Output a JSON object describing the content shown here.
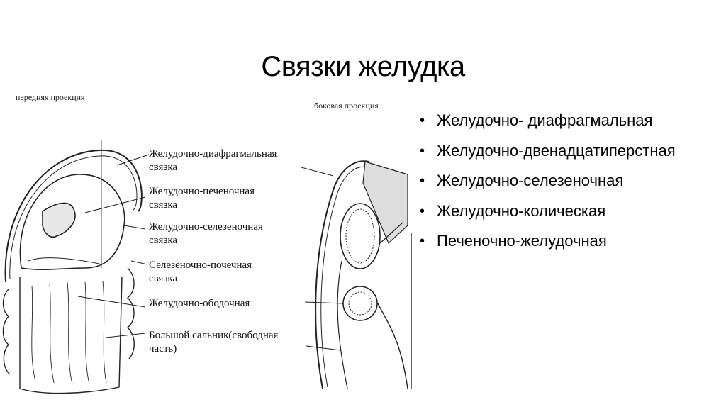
{
  "title": "Связки желудка",
  "figure": {
    "front_caption": "передняя проекция",
    "side_caption": "боковая проекция",
    "labels": [
      "Желудочно-диафрагмальная",
      "связка",
      "Желудочно-печеночная",
      "связка",
      "Желудочно-селезеночная",
      "связка",
      "Селезеночно-почечная",
      "связка",
      "Желудочно-ободочная",
      "Большой сальник(свободная",
      "часть)"
    ]
  },
  "bullets": [
    "Желудочно- диафрагмальная",
    "Желудочно-двенадцатиперстная",
    "Желудочно-селезеночная",
    "Желудочно-колическая",
    "Печеночно-желудочная"
  ],
  "bullet_glyph": "•"
}
